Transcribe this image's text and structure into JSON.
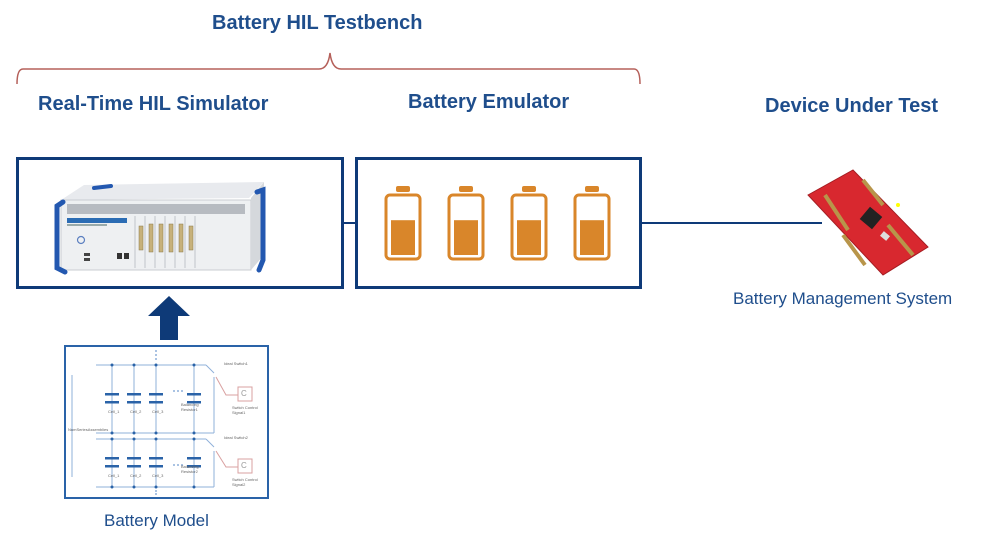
{
  "diagram": {
    "title": "Battery HIL Testbench",
    "sections": {
      "simulator": {
        "title": "Real-Time HIL Simulator",
        "image": "rack-chassis-icon"
      },
      "emulator": {
        "title": "Battery Emulator",
        "cells": 4,
        "cell_charge_fraction": 0.6
      },
      "dut": {
        "title": "Device Under Test",
        "caption": "Battery Management System",
        "image": "circuit-board-icon"
      }
    },
    "model": {
      "caption": "Battery Model",
      "assembly_label": "NumSeriesAssemblies",
      "rows": [
        {
          "cells": [
            "Cell_1",
            "Cell_2",
            "Cell_3"
          ],
          "resistor": "Balancing Resistor1",
          "switch": "Ideal Switch1",
          "signal": "Switch Control Signal1",
          "const": "C"
        },
        {
          "cells": [
            "Cell_1",
            "Cell_2",
            "Cell_3"
          ],
          "resistor": "Balancing Resistor2",
          "switch": "Ideal Switch2",
          "signal": "Switch Control Signal2",
          "const": "C"
        }
      ]
    },
    "colors": {
      "primary": "#1f4e8c",
      "border": "#0e3a78",
      "battery": "#d9862a",
      "brace": "#b5605a",
      "board": "#d8282f"
    }
  }
}
